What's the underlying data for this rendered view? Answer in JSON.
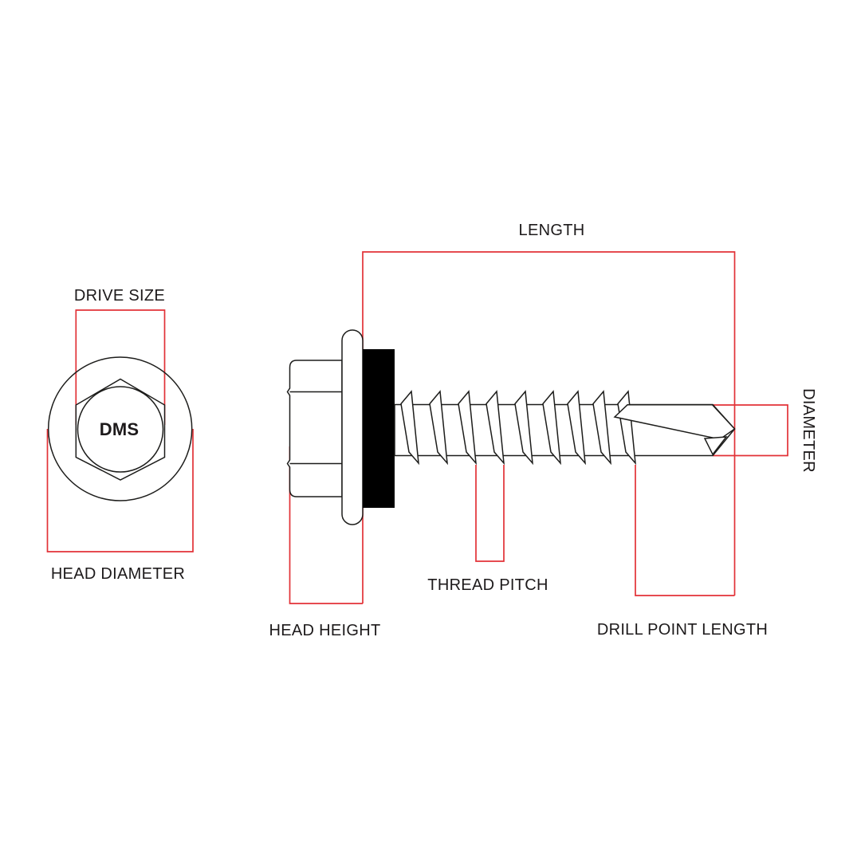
{
  "diagram": {
    "front_view": {
      "drive_size_label": "DRIVE SIZE",
      "head_diameter_label": "HEAD DIAMETER",
      "drive_marking": "DMS"
    },
    "side_view": {
      "length_label": "LENGTH",
      "diameter_label": "DIAMETER",
      "thread_pitch_label": "THREAD PITCH",
      "head_height_label": "HEAD HEIGHT",
      "drill_point_length_label": "DRILL POINT LENGTH"
    }
  },
  "colors": {
    "dimension_line": "#e23237",
    "outline": "#1d1d1b",
    "seal_fill": "#000000",
    "background": "#ffffff",
    "label_text": "#1d1a1b"
  }
}
